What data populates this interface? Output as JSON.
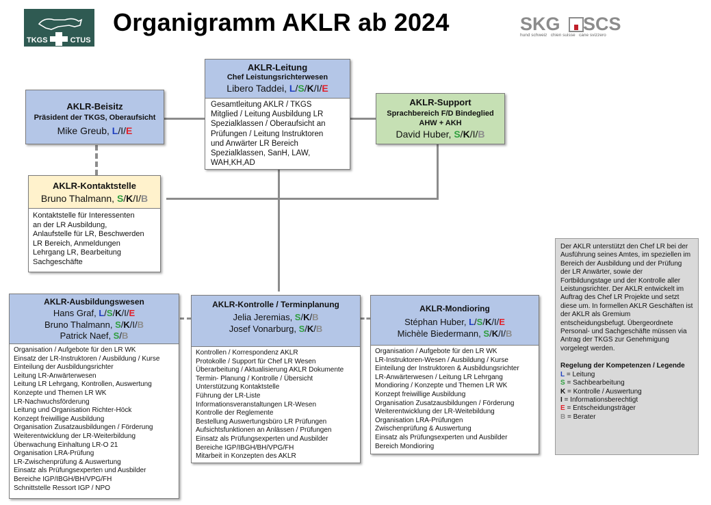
{
  "header": {
    "title": "Organigramm AKLR ab 2024",
    "logo_left_text": "TKGS CTUS",
    "logo_right_text": "SKG SCS",
    "logo_right_sub": "hund schweiz   chien suisse   cane svizzero"
  },
  "colors": {
    "L": "#1f3fbf",
    "S": "#2e9e3e",
    "K": "#111111",
    "I": "#111111",
    "E": "#e0202a",
    "B": "#8c8c8c",
    "header_blue": "#b4c6e7",
    "header_green": "#c6e0b4",
    "header_yellow": "#fff2cc",
    "note_bg": "#d9d9d9"
  },
  "leitung": {
    "title": "AKLR-Leitung",
    "subtitle": "Chef Leistungsrichterwesen",
    "name": "Libero Taddei, ",
    "roles": [
      "L",
      "S",
      "K",
      "I",
      "E"
    ],
    "body": "Gesamtleitung AKLR / TKGS\nMitglied / Leitung Ausbildung LR\nSpezialklassen /  Oberaufsicht an\nPrüfungen / Leitung Instruktoren\nund Anwärter LR Bereich\nSpezialklassen, SanH, LAW,\nWAH,KH,AD"
  },
  "beisitz": {
    "title": "AKLR-Beisitz",
    "subtitle": "Präsident der TKGS, Oberaufsicht",
    "name": "Mike Greub, ",
    "roles": [
      "L",
      "I",
      "E"
    ]
  },
  "support": {
    "title": "AKLR-Support",
    "subtitle": "Sprachbereich F/D Bindeglied",
    "subtitle2": "AHW + AKH",
    "name": "David Huber, ",
    "roles": [
      "S",
      "K",
      "I",
      "B"
    ]
  },
  "kontakt": {
    "title": "AKLR-Kontaktstelle",
    "name": "Bruno Thalmann, ",
    "roles": [
      "S",
      "K",
      "I",
      "B"
    ],
    "body": "Kontaktstelle für Interessenten\nan der LR Ausbildung,\nAnlaufstelle für LR, Beschwerden\nLR Bereich, Anmeldungen\nLehrgang LR, Bearbeitung\nSachgeschäfte"
  },
  "ausbildung": {
    "title": "AKLR-Ausbildungswesen",
    "members": [
      {
        "name": "Hans Graf, ",
        "roles": [
          "L",
          "S",
          "K",
          "I",
          "E"
        ]
      },
      {
        "name": "Bruno Thalmann, ",
        "roles": [
          "S",
          "K",
          "I",
          "B"
        ]
      },
      {
        "name": "Patrick Naef, ",
        "roles": [
          "S",
          "B"
        ]
      }
    ],
    "body": "Organisation / Aufgebote für den LR WK\nEinsatz der LR-Instruktoren / Ausbildung / Kurse\nEinteilung der Ausbildungsrichter\nLeitung LR-Anwärterwesen\nLeitung LR Lehrgang, Kontrollen, Auswertung\nKonzepte und Themen LR WK\nLR-Nachwuchsförderung\nLeitung und Organisation Richter-Höck\nKonzept freiwillige Ausbildung\nOrganisation Zusatzausbildungen / Förderung\nWeiterentwicklung der LR-Weiterbildung\nÜberwachung Einhaltung LR-O 21\nOrganisation LRA-Prüfung\nLR-Zwischenprüfung & Auswertung\nEinsatz als Prüfungsexperten und Ausbilder\nBereiche IGP/IBGH/BH/VPG/FH\nSchnittstelle Ressort IGP / NPO"
  },
  "kontrolle": {
    "title": "AKLR-Kontrolle / Terminplanung",
    "members": [
      {
        "name": "Jelia Jeremias, ",
        "roles": [
          "S",
          "K",
          "B"
        ]
      },
      {
        "name": "Josef Vonarburg, ",
        "roles": [
          "S",
          "K",
          "B"
        ]
      }
    ],
    "body": "Kontrollen / Korrespondenz AKLR\nProtokolle / Support für Chef LR Wesen\nÜberarbeitung / Aktualisierung AKLR Dokumente\nTermin- Planung / Kontrolle / Übersicht\nUnterstützung Kontaktstelle\nFührung der LR-Liste\nInformationsveranstaltungen LR-Wesen\nKontrolle der Reglemente\nBestellung Auswertungsbüro LR Prüfungen\nAufsichtsfunktionen an Anlässen / Prüfungen\nEinsatz als Prüfungsexperten und Ausbilder\nBereiche IGP/IBGH/BH/VPG/FH\nMitarbeit in Konzepten des AKLR"
  },
  "mondioring": {
    "title": "AKLR-Mondioring",
    "members": [
      {
        "name": "Stéphan Huber, ",
        "roles": [
          "L",
          "S",
          "K",
          "I",
          "E"
        ]
      },
      {
        "name": "Michèle Biedermann, ",
        "roles": [
          "S",
          "K",
          "I",
          "B"
        ]
      }
    ],
    "body": "Organisation / Aufgebote für den LR WK\nLR-Instruktoren-Wesen / Ausbildung / Kurse\nEinteilung der Instruktoren & Ausbildungsrichter\nLR-Anwärterwesen / Leitung LR Lehrgang\nMondioring / Konzepte und Themen LR WK\nKonzept freiwillige Ausbildung\nOrganisation Zusatzausbildungen / Förderung\nWeiterentwicklung der LR-Weitebildung\nOrganisation LRA-Prüfungen\nZwischenprüfung & Auswertung\nEinsatz als Prüfungsexperten und Ausbilder\nBereich Mondioring"
  },
  "note": {
    "text": "Der AKLR unterstützt den Chef LR bei der Ausführung seines Amtes, im speziellen im Bereich der Ausbildung und der Prüfung der LR Anwärter, sowie der Fortbildungstage und der Kontrolle aller Leistungsrichter. Der AKLR entwickelt im Auftrag des Chef LR Projekte und setzt diese um. In formellen AKLR Geschäften ist der AKLR als Gremium entscheidungsbefugt. Übergeordnete Personal- und Sachgeschäfte müssen via Antrag der TKGS zur Genehmigung vorgelegt werden.",
    "legend_title": "Regelung der Kompetenzen / Legende",
    "legend": [
      {
        "key": "L",
        "label": " = Leitung"
      },
      {
        "key": "S",
        "label": " = Sachbearbeitung"
      },
      {
        "key": "K",
        "label": " = Kontrolle / Auswertung"
      },
      {
        "key": "I",
        "label": " = Informationsberechtigt"
      },
      {
        "key": "E",
        "label": " = Entscheidungsträger"
      },
      {
        "key": "B",
        "label": " = Berater"
      }
    ]
  }
}
